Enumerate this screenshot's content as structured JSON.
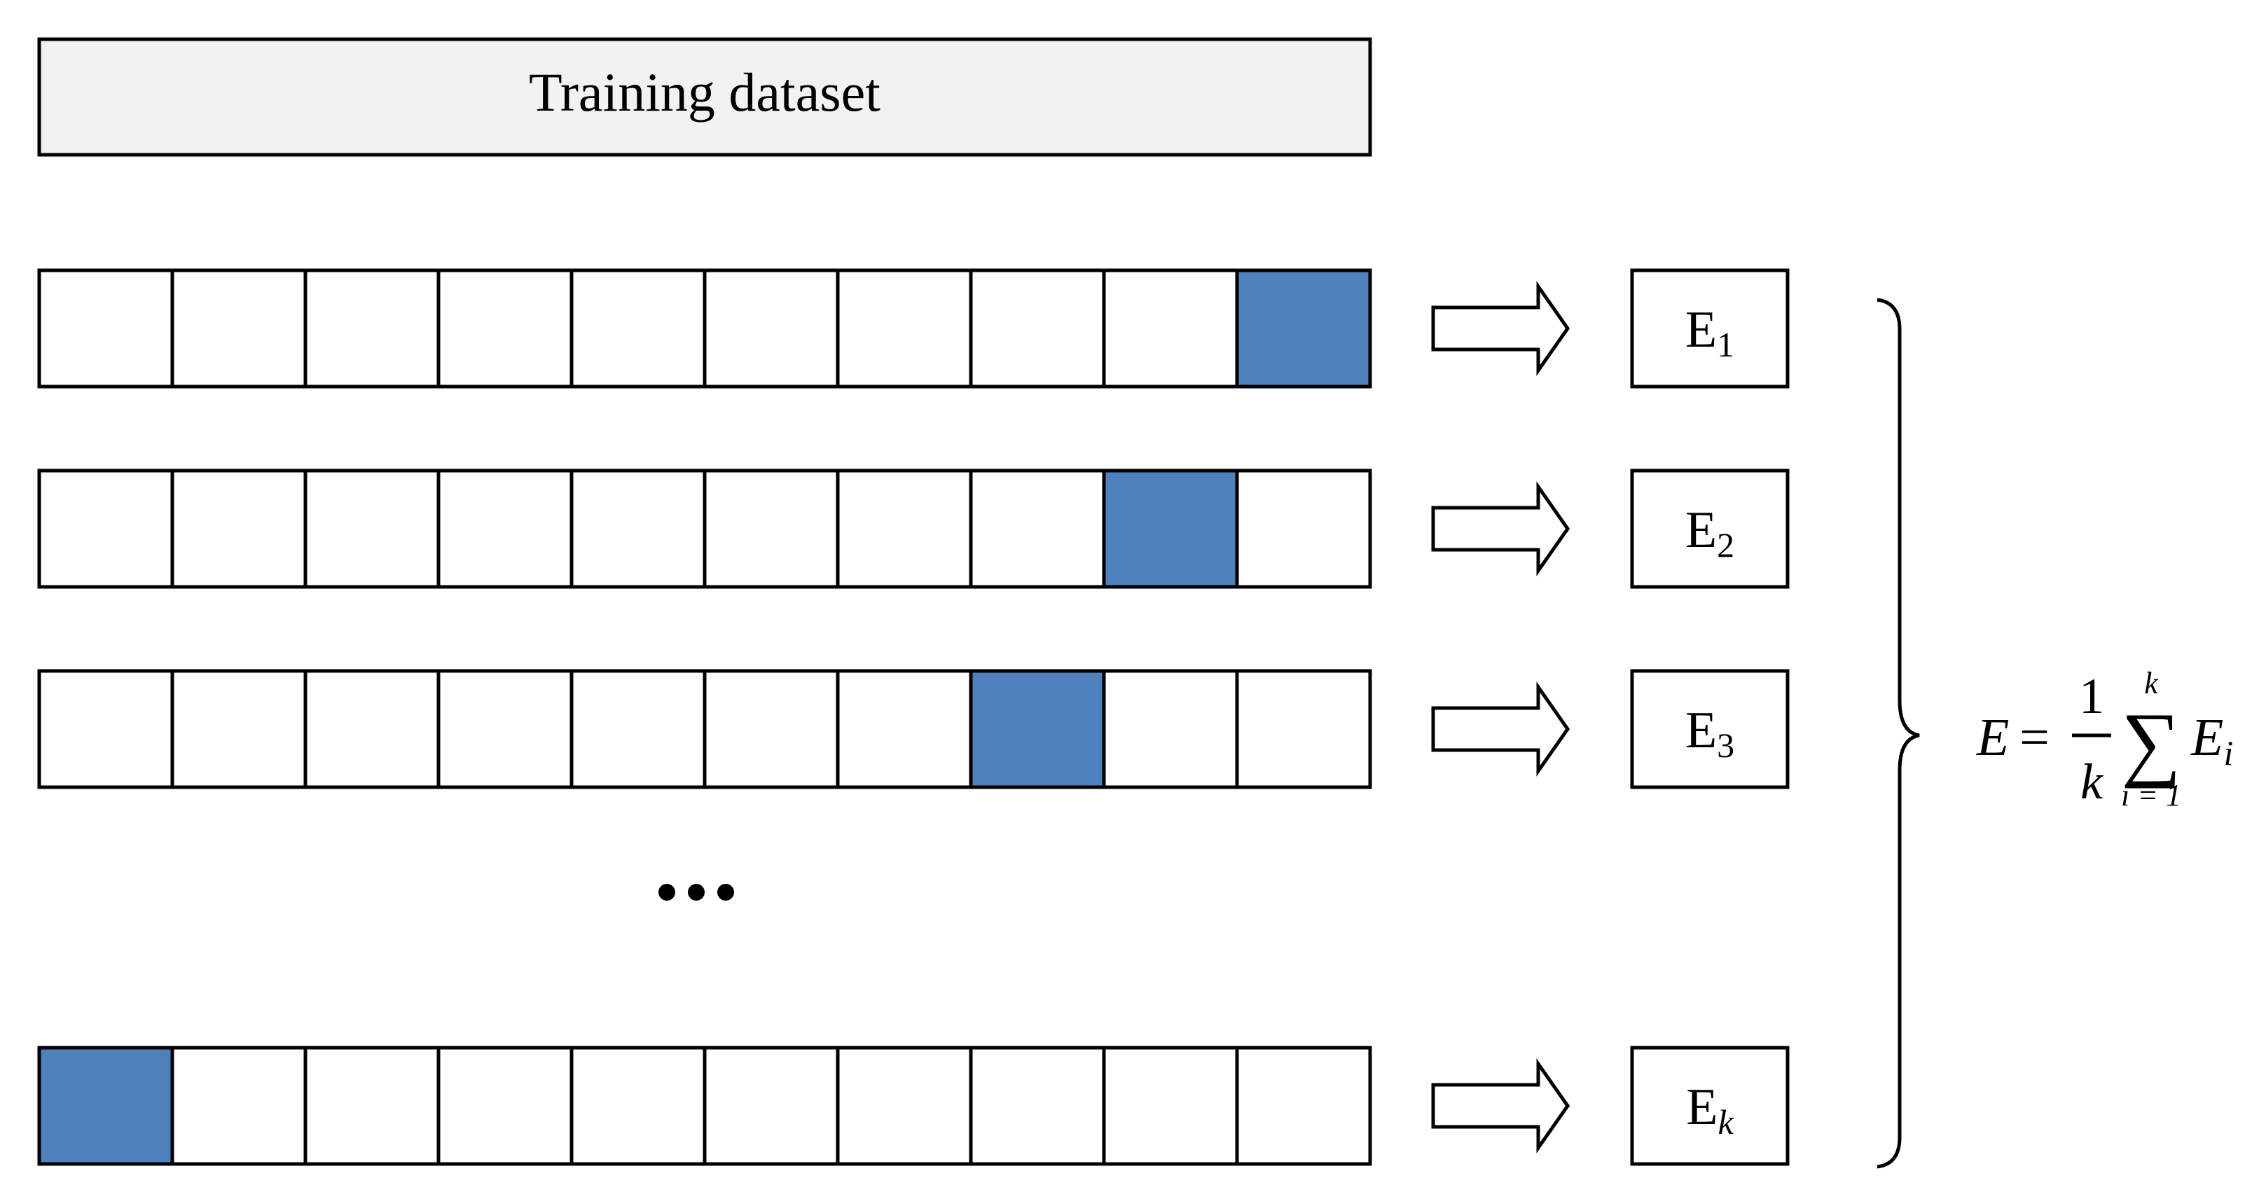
{
  "title_box": {
    "label": "Training dataset"
  },
  "fold_count": 10,
  "colors": {
    "highlight": "#4f81bd",
    "title_fill": "#f2f2f2",
    "stroke": "#000000",
    "background": "#ffffff"
  },
  "rows": [
    {
      "highlight_index": 9,
      "error_base": "E",
      "error_sub": "1",
      "sub_italic": false
    },
    {
      "highlight_index": 8,
      "error_base": "E",
      "error_sub": "2",
      "sub_italic": false
    },
    {
      "highlight_index": 7,
      "error_base": "E",
      "error_sub": "3",
      "sub_italic": false
    },
    {
      "highlight_index": 0,
      "error_base": "E",
      "error_sub": "k",
      "sub_italic": true
    }
  ],
  "ellipsis": "•••",
  "formula": {
    "lhs": "E",
    "equals": "=",
    "numerator": "1",
    "denominator": "k",
    "sum_symbol": "∑",
    "sum_upper": "k",
    "sum_lower": "i = 1",
    "term_base": "E",
    "term_sub": "i"
  }
}
